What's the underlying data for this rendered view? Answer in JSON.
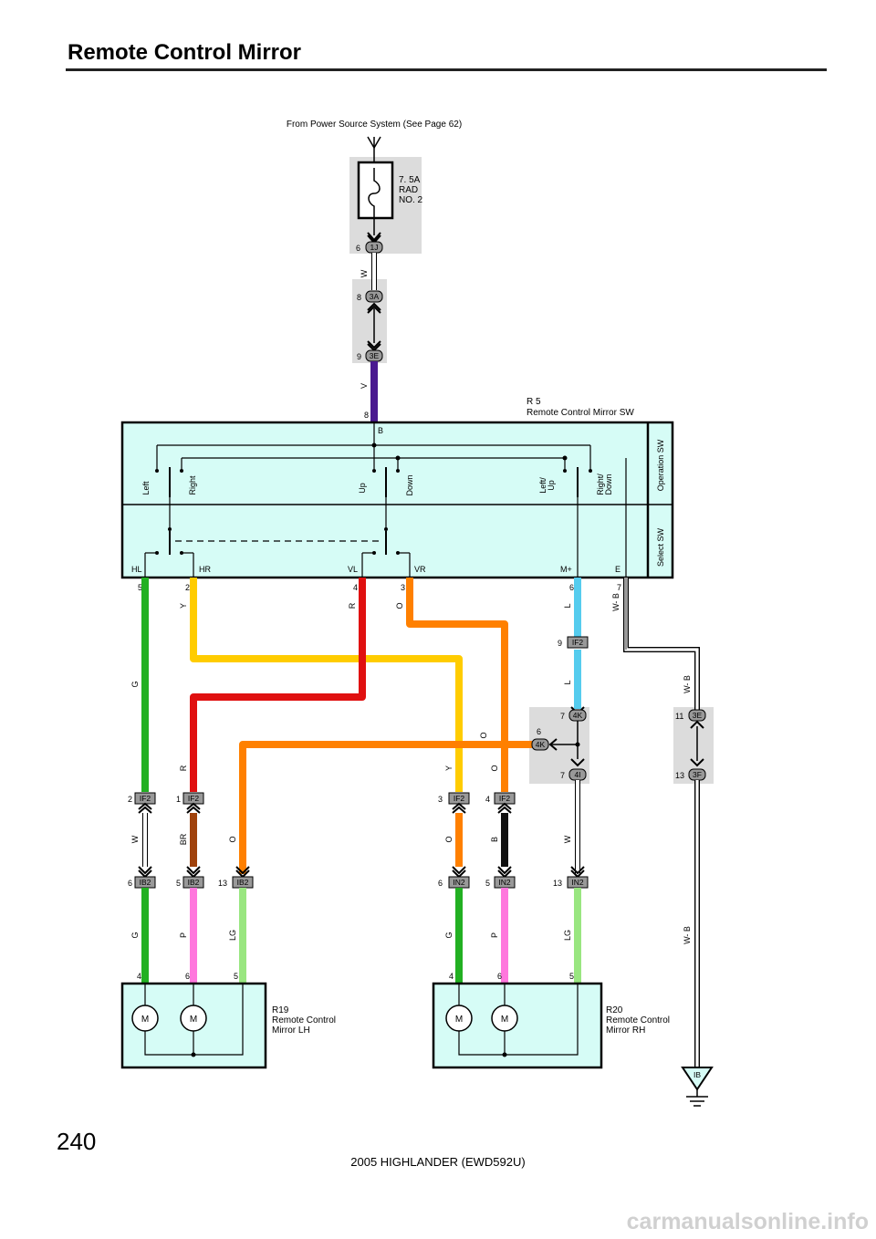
{
  "page": {
    "title": "Remote Control Mirror",
    "page_number": "240",
    "footer": "2005 HIGHLANDER (EWD592U)",
    "watermark": "carmanualsonline.info"
  },
  "power": {
    "source_label": "From Power Source System (See Page 62)",
    "fuse_lines": [
      "7. 5A",
      "RAD",
      "NO. 2"
    ]
  },
  "wire_labels": {
    "w_top": "W",
    "v": "V",
    "hl": "G",
    "hr": "Y",
    "vl": "R",
    "vr": "O",
    "mp": "L",
    "e": "W- B",
    "l2": "L",
    "o_mid": "O",
    "r2": "R",
    "y2": "Y",
    "o2": "O",
    "wb_right": "W- B",
    "o_lh": "O",
    "w_lh": "W",
    "br": "BR",
    "o3": "O",
    "b3": "B",
    "w_rh": "W",
    "g_lh": "G",
    "p_lh": "P",
    "lg_lh": "LG",
    "g_rh": "G",
    "p_rh": "P",
    "lg_rh": "LG",
    "wb_low": "W- B"
  },
  "connectors": {
    "c1J": {
      "name": "1J",
      "pin": "6"
    },
    "c3A": {
      "name": "3A",
      "pin": "8"
    },
    "c3E": {
      "name": "3E",
      "pin": "9"
    },
    "cIF2_9": {
      "name": "IF2",
      "pin": "9"
    },
    "c4K_7": {
      "name": "4K",
      "pin": "7"
    },
    "c4K_6": {
      "name": "4K",
      "pin": "6"
    },
    "c4I": {
      "name": "4I",
      "pin": "7"
    },
    "c3E_11": {
      "name": "3E",
      "pin": "11"
    },
    "c3F": {
      "name": "3F",
      "pin": "13"
    },
    "cIF2_2": {
      "name": "IF2",
      "pin": "2"
    },
    "cIF2_1": {
      "name": "IF2",
      "pin": "1"
    },
    "cIF2_3": {
      "name": "IF2",
      "pin": "3"
    },
    "cIF2_4": {
      "name": "IF2",
      "pin": "4"
    },
    "cIB2_6": {
      "name": "IB2",
      "pin": "6"
    },
    "cIB2_5": {
      "name": "IB2",
      "pin": "5"
    },
    "cIB2_13": {
      "name": "IB2",
      "pin": "13"
    },
    "cIN2_6": {
      "name": "IN2",
      "pin": "6"
    },
    "cIN2_5": {
      "name": "IN2",
      "pin": "5"
    },
    "cIN2_13": {
      "name": "IN2",
      "pin": "13"
    }
  },
  "switch": {
    "id": "R 5",
    "name": "Remote Control Mirror SW",
    "pin_top": "8",
    "term_B": "B",
    "op_labels": {
      "left": "Left",
      "right": "Right",
      "up": "Up",
      "down": "Down",
      "left_up_1": "Left/",
      "left_up_2": "Up",
      "right_down_1": "Right/",
      "right_down_2": "Down"
    },
    "side_op": "Operation SW",
    "side_sel": "Select SW",
    "terms": {
      "hl": "HL",
      "hr": "HR",
      "vl": "VL",
      "vr": "VR",
      "mp": "M+",
      "e": "E"
    },
    "pins": {
      "hl": "5",
      "hr": "2",
      "vl": "4",
      "vr": "3",
      "mp": "6",
      "e": "7"
    }
  },
  "mirror_lh": {
    "id": "R19",
    "line1": "Remote Control",
    "line2": "Mirror LH",
    "pins": [
      "4",
      "6",
      "5"
    ],
    "motor": "M"
  },
  "mirror_rh": {
    "id": "R20",
    "line1": "Remote Control",
    "line2": "Mirror RH",
    "pins": [
      "4",
      "6",
      "5"
    ],
    "motor": "M"
  },
  "ground": {
    "label": "IB"
  },
  "colors": {
    "green": "#22b022",
    "yellow": "#ffcc00",
    "red": "#e01010",
    "orange": "#ff8000",
    "violet": "#4a1a90",
    "light_blue": "#55ccee",
    "brown": "#a0420c",
    "pink": "#ff77dd",
    "light_green": "#99e680",
    "black": "#111111",
    "module_fill": "#d6fcf6",
    "shade": "#dcdcdc"
  }
}
